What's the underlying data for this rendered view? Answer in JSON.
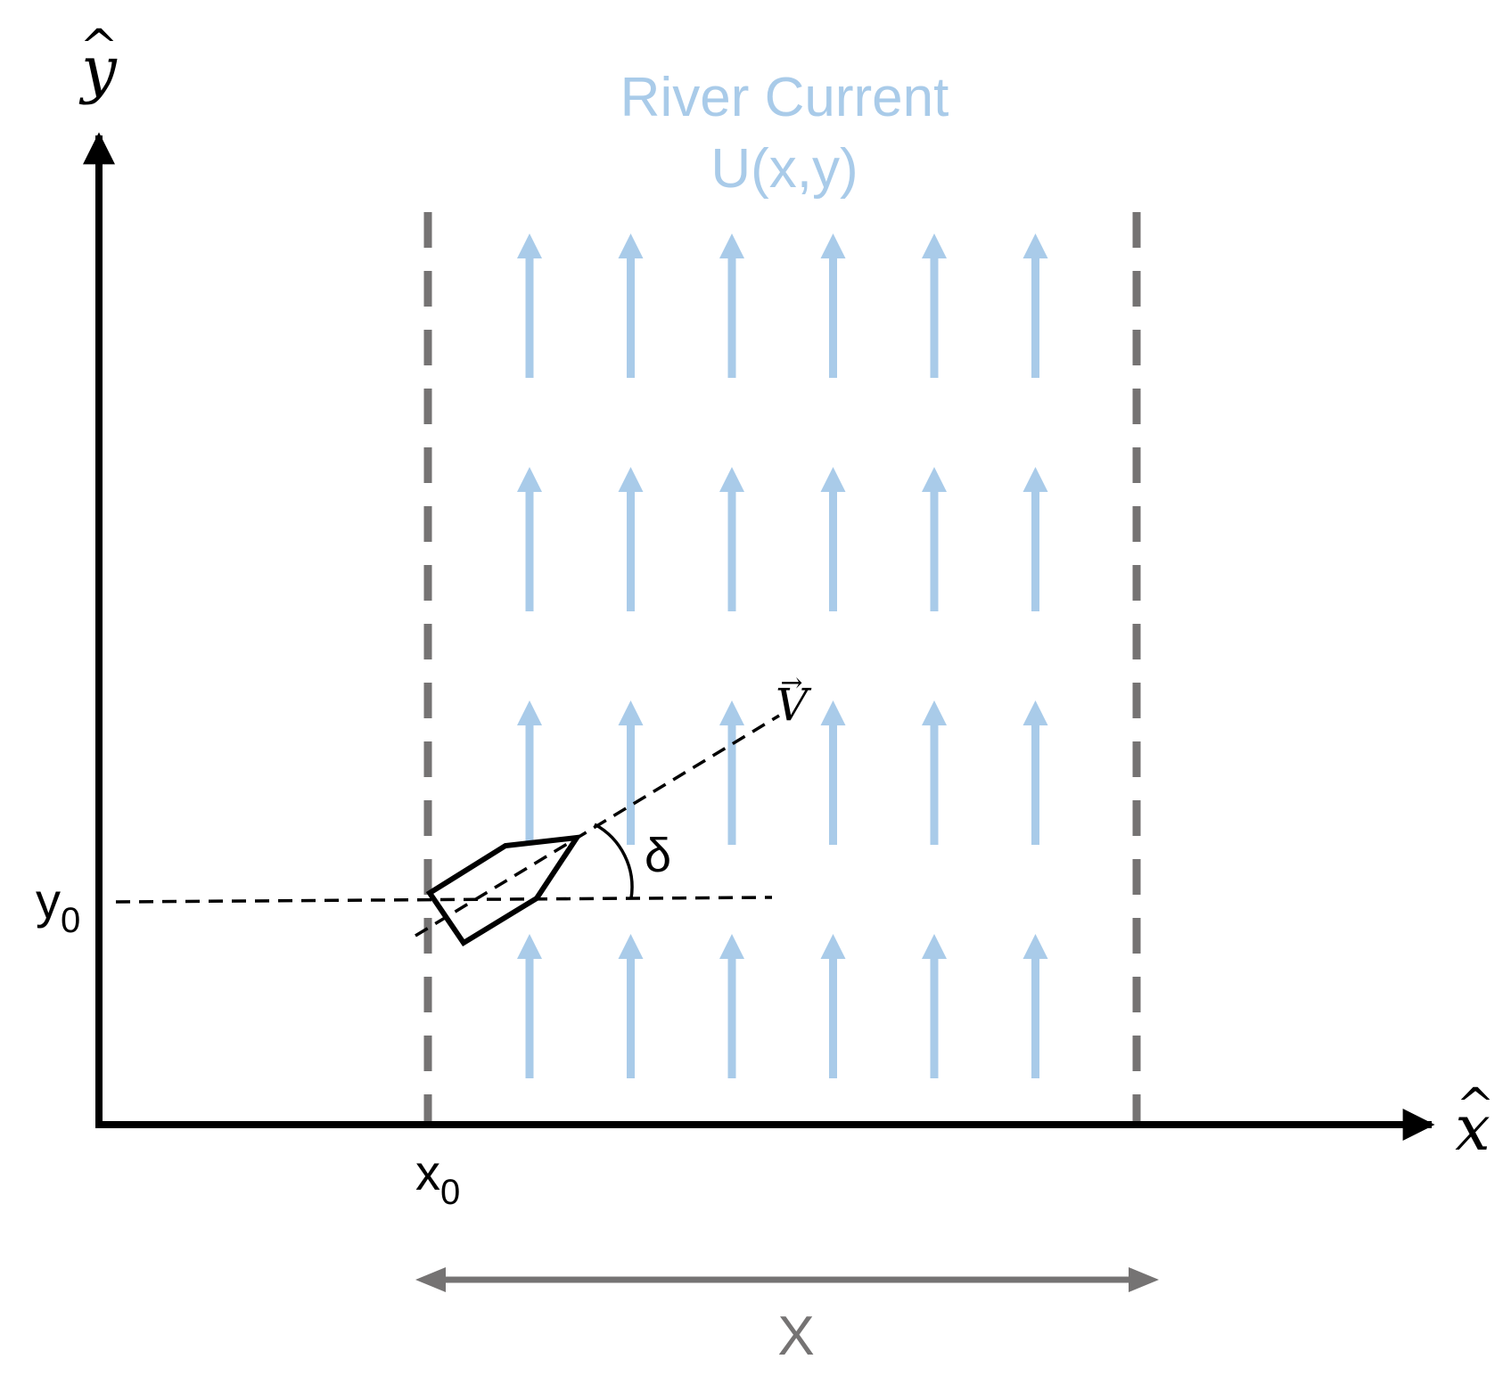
{
  "title": {
    "line1": "River Current",
    "line2": "U(x,y)"
  },
  "axes": {
    "y_label": "y",
    "x_label": "x",
    "hat": "^"
  },
  "labels": {
    "y0_base": "y",
    "y0_sub": "0",
    "x0_base": "x",
    "x0_sub": "0",
    "angle": "δ",
    "velocity": "V",
    "velocity_arrow": "→",
    "width": "X"
  },
  "current_arrows": {
    "columns": 6,
    "rows": 4
  },
  "colors": {
    "current": "#a9cbe9",
    "boundary": "#757373",
    "axis": "#000000",
    "width_arrow": "#757373"
  }
}
